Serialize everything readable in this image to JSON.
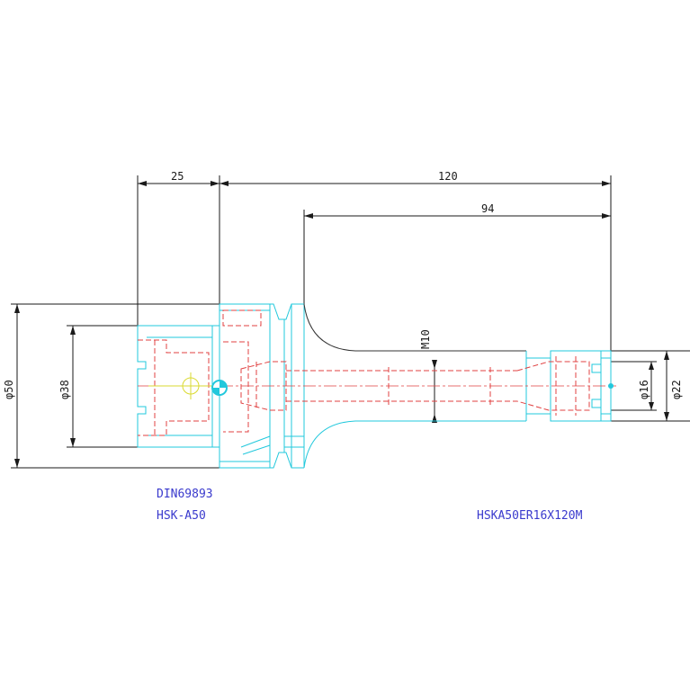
{
  "dimensions": {
    "d25": "25",
    "d120": "120",
    "d94": "94",
    "m10": "M10",
    "phi50": "φ50",
    "phi38": "φ38",
    "phi16": "φ16",
    "phi22": "φ22"
  },
  "labels": {
    "standard": "DIN69893",
    "interface": "HSK-A50",
    "part_number": "HSKA50ER16X120M"
  },
  "colors": {
    "outline": "#22c8dc",
    "hidden_lines": "#e04040",
    "dimension": "#1a1a1a",
    "label": "#3a3acd"
  }
}
